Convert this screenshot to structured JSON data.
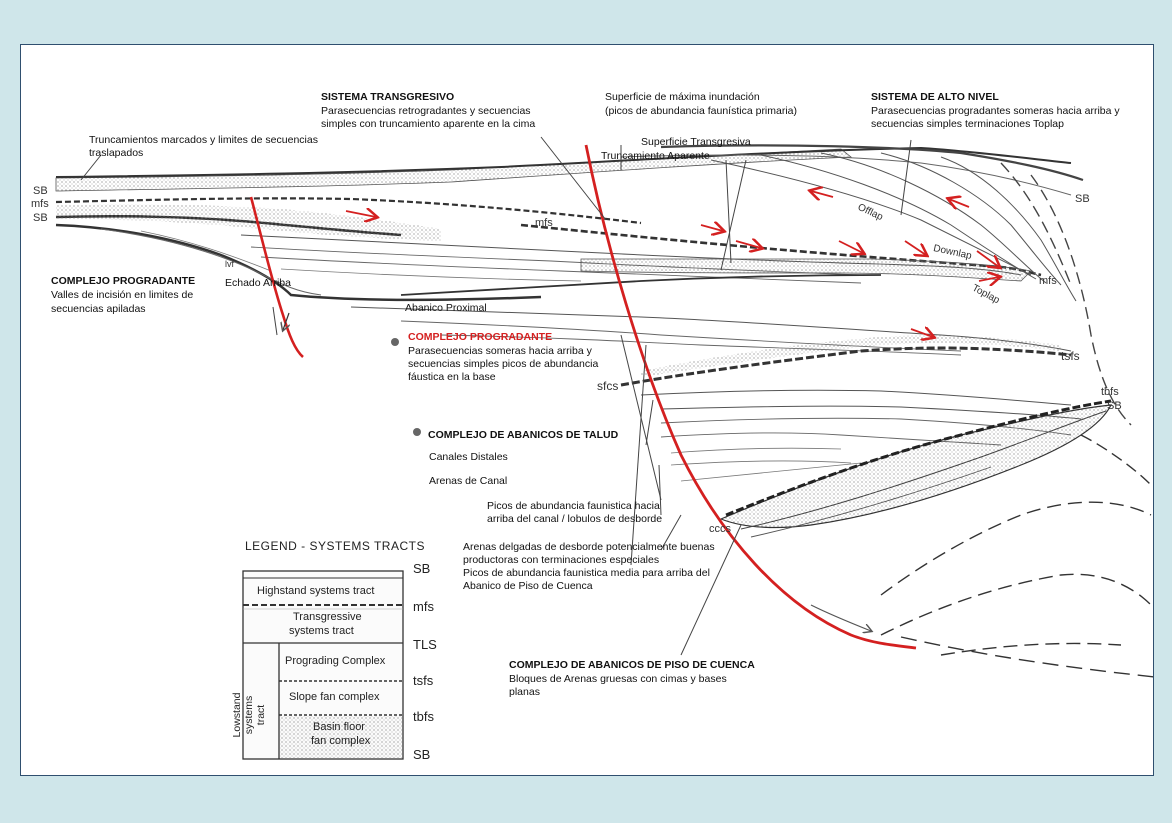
{
  "labels": {
    "truncamientos": "Truncamientos marcados y limites de secuencias traslapados",
    "st_title": "SISTEMA TRANSGRESIVO",
    "st_desc1": "Parasecuencias retrogradantes y secuencias",
    "st_desc2": "simples con  truncamiento aparente en la cima",
    "smi1": "Superficie de máxima inundación",
    "smi2": "(picos de abundancia faunística primaria)",
    "san_title": "SISTEMA DE ALTO NIVEL",
    "san_desc1": "Parasecuencias progradantes someras hacia arriba y",
    "san_desc2": "secuencias simples  terminaciones Toplap",
    "sup_transgresiva": "Superficie Transgresiva",
    "trunc_aparente": "Truncamiento Aparente",
    "cp1_title": "COMPLEJO PROGRADANTE",
    "cp1_desc1": "Valles de incisión en limites de",
    "cp1_desc2": "secuencias apiladas",
    "echado_arriba": "Echado Arriba",
    "abanico_proximal": "Abanico Proximal",
    "cp2_title": "COMPLEJO PROGRADANTE",
    "cp2_desc1": "Parasecuencias someras hacia arriba y",
    "cp2_desc2": "secuencias simples picos de abundancia",
    "cp2_desc3": "fáustica en la base",
    "cat_title": "COMPLEJO  DE ABANICOS DE TALUD",
    "canales_distales": "Canales Distales",
    "arenas_canal": "Arenas de Canal",
    "picos1": "Picos de abundancia faunistica hacia",
    "picos2": "arriba del canal / lobulos de desborde",
    "arenas1": "Arenas delgadas de desborde potencialmente buenas",
    "arenas2": "productoras con terminaciones especiales",
    "arenas3": "Picos de abundancia faunistica media para arriba del",
    "arenas4": "Abanico de Piso de Cuenca",
    "capc_title": "COMPLEJO DE ABANICOS DE PISO DE CUENCA",
    "capc_desc1": "Bloques de Arenas gruesas con cimas y bases",
    "capc_desc2": "planas"
  },
  "surface_labels": {
    "sb_left": "SB",
    "mfs_left": "mfs",
    "sb_left2": "SB",
    "lvf": "lvf",
    "mfs_mid": "mfs",
    "offlap": "Offlap",
    "downlap": "Downlap",
    "toplap": "Toplap",
    "sb_right": "SB",
    "mfs_right": "mfs",
    "tsfs": "tsfs",
    "sfcs": "sfcs",
    "tbfs": "tbfs",
    "sb_right2": "SB",
    "cccs": "cccs"
  },
  "legend": {
    "title": "LEGEND - SYSTEMS TRACTS",
    "highstand": "Highstand systems tract",
    "transgressive1": "Transgressive",
    "transgressive2": "systems tract",
    "lowstand1": "Lowstand",
    "lowstand2": "systems tract",
    "prograding": "Prograding Complex",
    "slope_fan": "Slope fan complex",
    "basin1": "Basin floor",
    "basin2": "fan complex",
    "sb_top": "SB",
    "mfs": "mfs",
    "tls": "TLS",
    "tsfs": "tsfs",
    "tbfs": "tbfs",
    "sb_bottom": "SB"
  },
  "colors": {
    "background": "#cfe6ea",
    "frame": "#2f4f6f",
    "fault": "#d42020",
    "strata": "#444444",
    "highlight_title": "#d42020"
  }
}
